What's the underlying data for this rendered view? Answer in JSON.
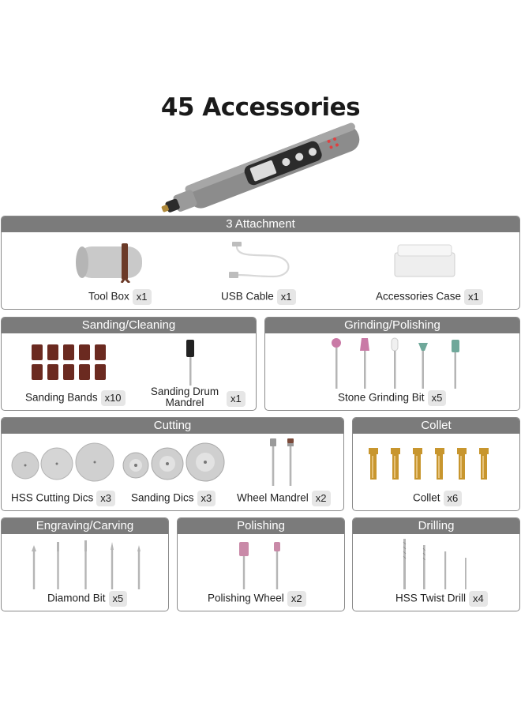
{
  "title": "45 Accessories",
  "attachment": {
    "header": "3 Attachment",
    "items": [
      {
        "label": "Tool Box",
        "qty": "x1"
      },
      {
        "label": "USB Cable",
        "qty": "x1"
      },
      {
        "label": "Accessories Case",
        "qty": "x1"
      }
    ]
  },
  "sanding": {
    "header": "Sanding/Cleaning",
    "items": [
      {
        "label": "Sanding Bands",
        "qty": "x10"
      },
      {
        "label": "Sanding Drum Mandrel",
        "qty": "x1"
      }
    ]
  },
  "grinding": {
    "header": "Grinding/Polishing",
    "items": [
      {
        "label": "Stone Grinding Bit",
        "qty": "x5"
      }
    ]
  },
  "cutting": {
    "header": "Cutting",
    "items": [
      {
        "label": "HSS Cutting Dics",
        "qty": "x3"
      },
      {
        "label": "Sanding Dics",
        "qty": "x3"
      },
      {
        "label": "Wheel Mandrel",
        "qty": "x2"
      }
    ]
  },
  "collet": {
    "header": "Collet",
    "items": [
      {
        "label": "Collet",
        "qty": "x6"
      }
    ]
  },
  "engraving": {
    "header": "Engraving/Carving",
    "items": [
      {
        "label": "Diamond Bit",
        "qty": "x5"
      }
    ]
  },
  "polishing": {
    "header": "Polishing",
    "items": [
      {
        "label": "Polishing Wheel",
        "qty": "x2"
      }
    ]
  },
  "drilling": {
    "header": "Drilling",
    "items": [
      {
        "label": "HSS Twist Drill",
        "qty": "x4"
      }
    ]
  },
  "colors": {
    "panel_header": "#7b7b7b",
    "badge": "#e6e6e6",
    "tool_body": "#8c8c8c",
    "sanding_band": "#6b2a20",
    "brass": "#c8962e",
    "pink_stone": "#c97aa6",
    "green_stone": "#6fa89a"
  }
}
